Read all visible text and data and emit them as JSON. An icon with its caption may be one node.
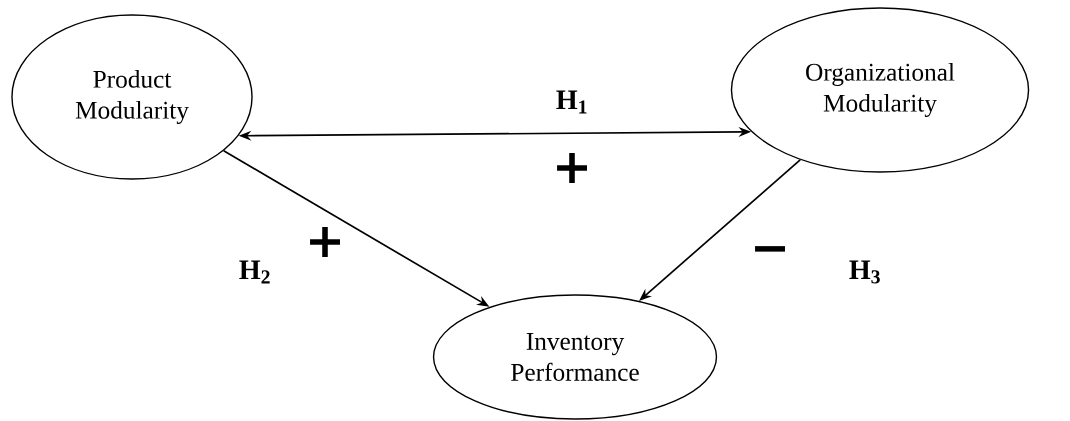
{
  "diagram": {
    "nodes": [
      {
        "text": [
          "Product Modularity"
        ]
      },
      {
        "text": [
          "Organizational Modularity"
        ]
      },
      {
        "text": [
          "Inventory Performance"
        ]
      }
    ],
    "edges": [
      {
        "from": 0,
        "to": 1,
        "arrow": "both",
        "label": "H$_{1}$"
      },
      {
        "from": 0,
        "to": 2,
        "arrow": "to",
        "label": "H$_{2}$"
      },
      {
        "from": 1,
        "to": 2,
        "arrow": "to",
        "label": "H$_{3}$"
      }
    ],
    "labels": [
      "+",
      "+",
      "−"
    ]
  }
}
